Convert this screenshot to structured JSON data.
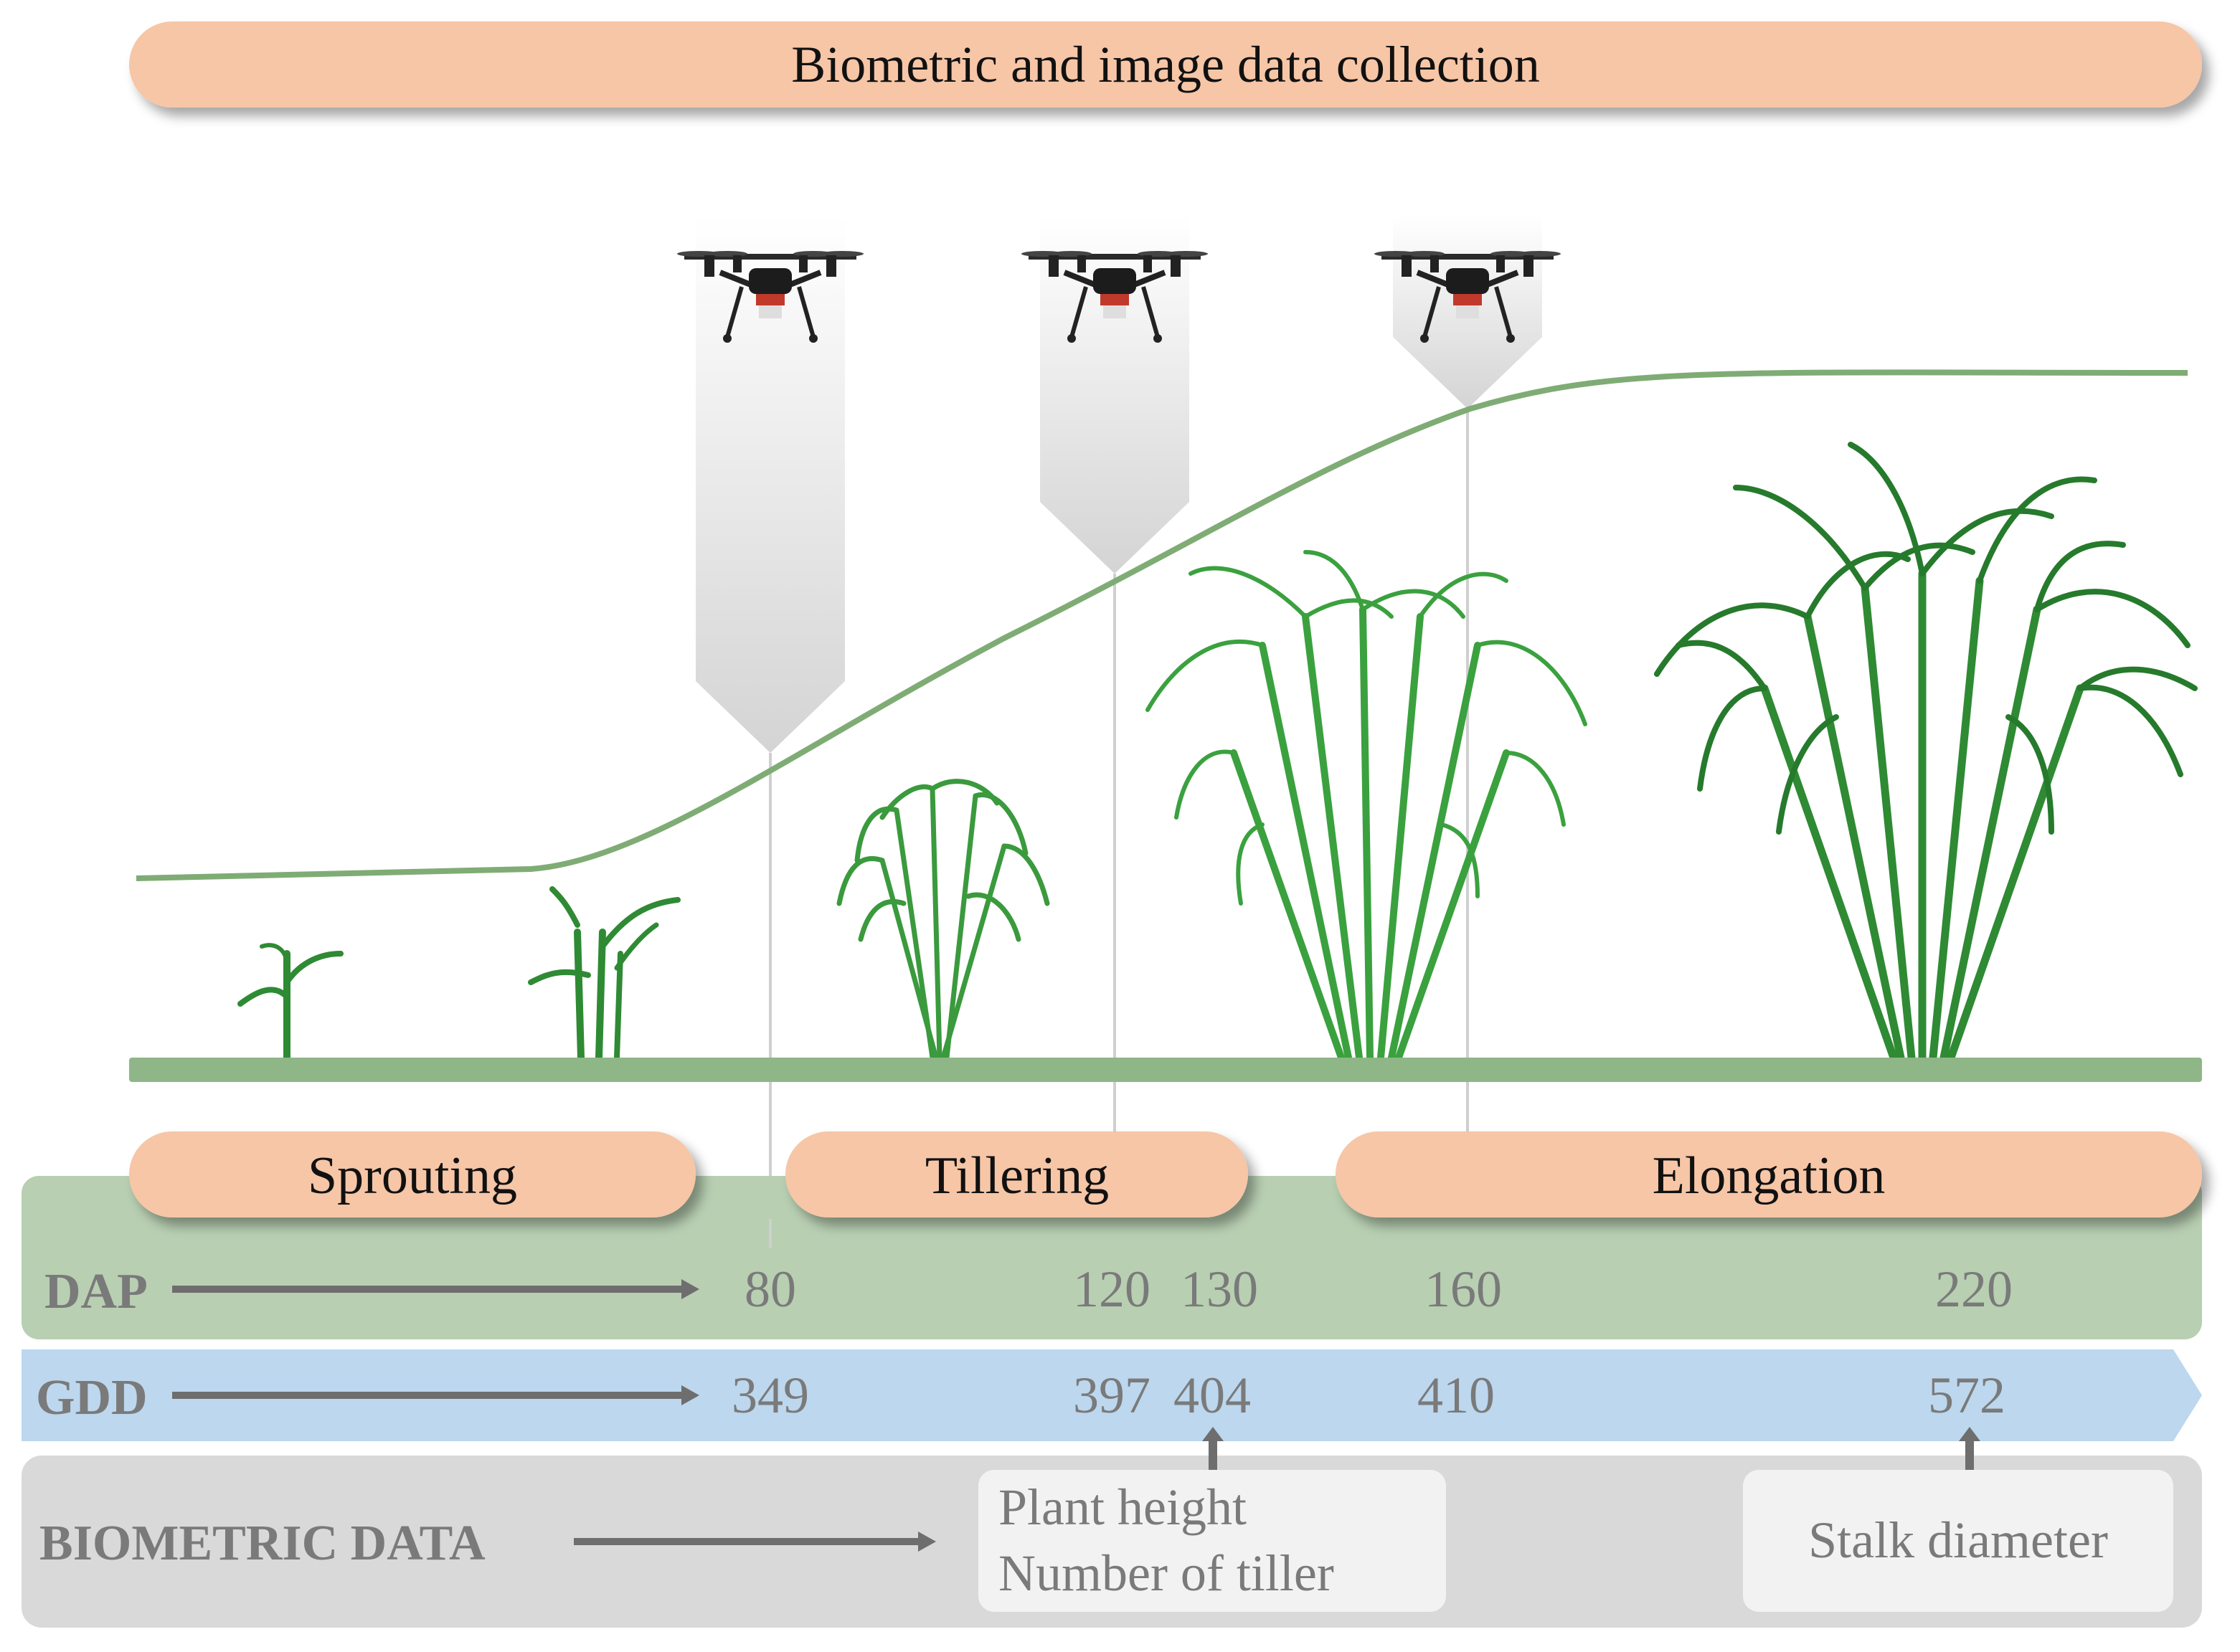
{
  "title": "Biometric and image data collection",
  "stages": [
    "Sprouting",
    "Tillering",
    "Elongation"
  ],
  "rows": {
    "dap": {
      "label": "DAP",
      "values": [
        "80",
        "120",
        "130",
        "160",
        "220"
      ]
    },
    "gdd": {
      "label": "GDD",
      "values": [
        "349",
        "397",
        "404",
        "410",
        "572"
      ]
    },
    "biometric": {
      "label": "BIOMETRIC DATA"
    }
  },
  "biometric_boxes": {
    "box1": [
      "Plant height",
      "Number of tiller"
    ],
    "box2": [
      "Stalk diameter"
    ]
  },
  "colors": {
    "pill": "#f6c6a7",
    "dap_band": "#b8cfb2",
    "gdd_band": "#bcd7ee",
    "bio_band": "#d9d9d9",
    "curve": "#7fac75",
    "ground": "#8fb687",
    "plant": "#2f8a34",
    "text_gray": "#7a7a7a",
    "arrow": "#6e6e6e"
  },
  "icons": [
    "drone-icon",
    "sugarcane-plant-icon"
  ]
}
